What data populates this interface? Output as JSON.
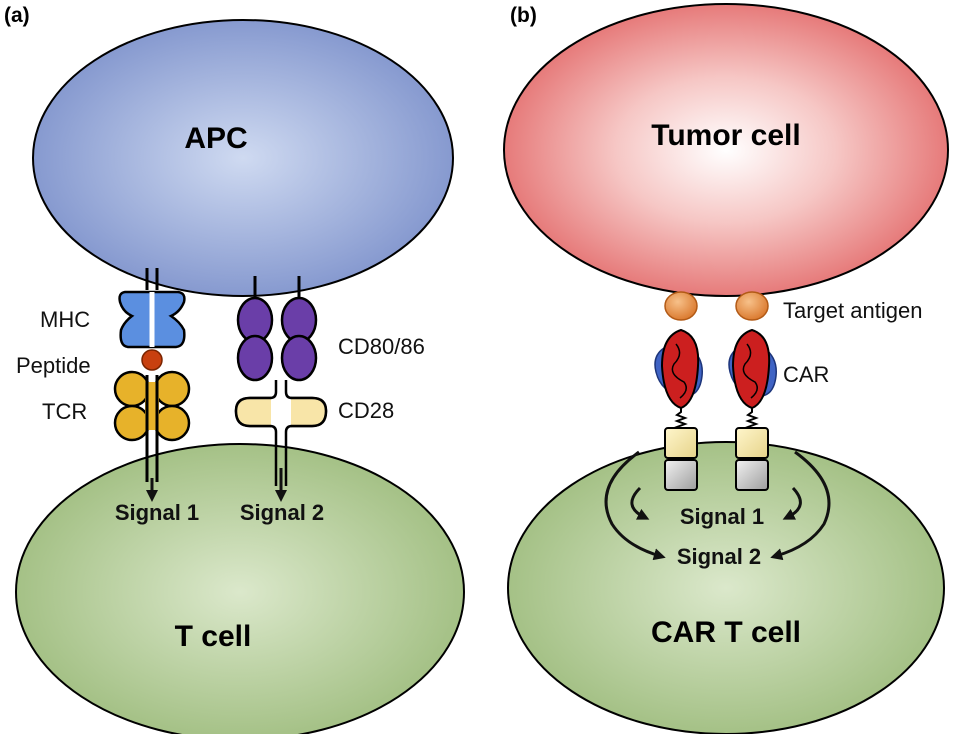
{
  "panel_a": {
    "label": "(a)",
    "top_cell": "APC",
    "bottom_cell": "T cell",
    "labels": {
      "mhc": "MHC",
      "peptide": "Peptide",
      "tcr": "TCR",
      "cd80_86": "CD80/86",
      "cd28": "CD28"
    },
    "signals": [
      "Signal 1",
      "Signal 2"
    ]
  },
  "panel_b": {
    "label": "(b)",
    "top_cell": "Tumor cell",
    "bottom_cell": "CAR T cell",
    "labels": {
      "target_antigen": "Target antigen",
      "car": "CAR"
    },
    "signals": [
      "Signal 1",
      "Signal 2"
    ]
  },
  "colors": {
    "apc": "#7f93cc",
    "tumor": "#e57373",
    "tcell": "#a9c48a",
    "mhc": "#5b8fe0",
    "peptide": "#c8400f",
    "tcr": "#e7b22a",
    "cd80": "#6a3ea8",
    "cd28": "#f8e5a8",
    "antigen": "#e98b3a",
    "car_red": "#cc1f1f",
    "car_blue": "#3f63c4"
  }
}
